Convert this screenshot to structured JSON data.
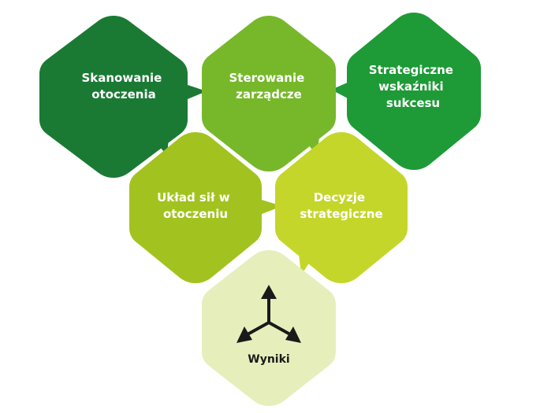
{
  "diagram": {
    "nodes": [
      {
        "id": "skanowanie",
        "lines": [
          "Skanowanie",
          "otoczenia"
        ],
        "fill": "#1a7a34",
        "text_color": "#ffffff"
      },
      {
        "id": "sterowanie",
        "lines": [
          "Sterowanie",
          "zarządcze"
        ],
        "fill": "#76b82a",
        "text_color": "#ffffff"
      },
      {
        "id": "wskazniki",
        "lines": [
          "Strategiczne",
          "wskaźniki",
          "sukcesu"
        ],
        "fill": "#1e9a37",
        "text_color": "#ffffff"
      },
      {
        "id": "uklad",
        "lines": [
          "Układ sił w",
          "otoczeniu"
        ],
        "fill": "#a2c31f",
        "text_color": "#ffffff"
      },
      {
        "id": "decyzje",
        "lines": [
          "Decyzje",
          "strategiczne"
        ],
        "fill": "#c5d62a",
        "text_color": "#ffffff"
      },
      {
        "id": "wyniki",
        "lines": [
          "Wyniki"
        ],
        "fill": "#e6efbb",
        "text_color": "#1a1a1a",
        "icon": "three-way-arrows-icon"
      }
    ]
  }
}
